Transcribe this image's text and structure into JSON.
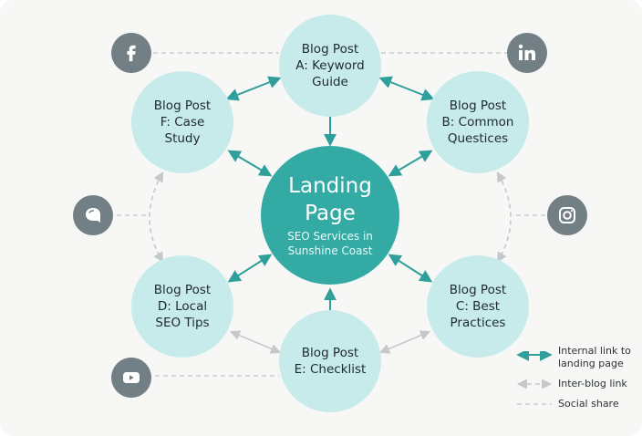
{
  "hub": {
    "title_line1": "Landing",
    "title_line2": "Page",
    "subtitle_line1": "SEO Services in",
    "subtitle_line2": "Sunshine Coast"
  },
  "posts": {
    "a": {
      "line1": "Blog Post",
      "line2": "A: Keyword",
      "line3": "Guide"
    },
    "b": {
      "line1": "Blog Post",
      "line2": "B: Common",
      "line3": "Questices"
    },
    "c": {
      "line1": "Blog Post",
      "line2": "C: Best",
      "line3": "Practices"
    },
    "d": {
      "line1": "Blog Post",
      "line2": "D: Local",
      "line3": "SEO Tips"
    },
    "e": {
      "line1": "Blog Post",
      "line2": "E: Checklist"
    },
    "f": {
      "line1": "Blog Post",
      "line2": "F: Case",
      "line3": "Study"
    }
  },
  "social": [
    {
      "icon": "facebook-icon"
    },
    {
      "icon": "linkedin-icon"
    },
    {
      "icon": "chat-bubble-icon"
    },
    {
      "icon": "instagram-icon"
    },
    {
      "icon": "youtube-icon"
    }
  ],
  "legend": {
    "internal_link_line1": "Internal link to",
    "internal_link_line2": "landing page",
    "inter_blog_link": "Inter-blog link",
    "social_share": "Social share"
  },
  "colors": {
    "hub": "#33aba4",
    "post": "#c6ebea",
    "internal_arrow": "#2e9f9a",
    "inter_blog_arrow": "#c4c8ca",
    "social_icon_bg": "#727f84"
  }
}
